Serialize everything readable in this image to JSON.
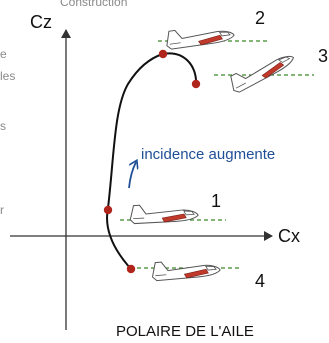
{
  "header_partial": "Construction",
  "axes": {
    "y_label": "Cz",
    "x_label": "Cx"
  },
  "annotation": "incidence augmente",
  "points": [
    {
      "label": "1"
    },
    {
      "label": "2"
    },
    {
      "label": "3"
    },
    {
      "label": "4"
    }
  ],
  "left_cut_text": [
    "e",
    "les",
    "s",
    "r"
  ],
  "caption": "POLAIRE DE L'AILE",
  "colors": {
    "curve": "#111111",
    "point": "#b0251b",
    "arrow": "#1f4f96",
    "reference_line": "#3a8a2a",
    "wing": "#c0392b"
  }
}
